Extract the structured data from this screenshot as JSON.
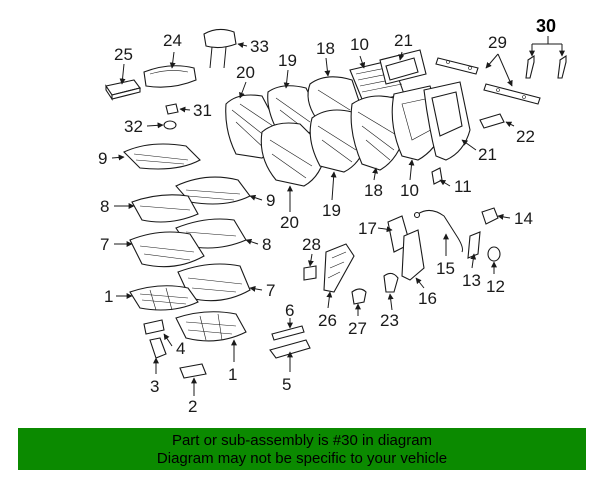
{
  "callouts": {
    "c1a": "1",
    "c1b": "1",
    "c2": "2",
    "c3": "3",
    "c4": "4",
    "c5": "5",
    "c6": "6",
    "c7a": "7",
    "c7b": "7",
    "c8a": "8",
    "c8b": "8",
    "c9a": "9",
    "c9b": "9",
    "c10a": "10",
    "c10b": "10",
    "c11": "11",
    "c12": "12",
    "c13": "13",
    "c14": "14",
    "c15": "15",
    "c16": "16",
    "c17": "17",
    "c18a": "18",
    "c18b": "18",
    "c19a": "19",
    "c19b": "19",
    "c20a": "20",
    "c20b": "20",
    "c21a": "21",
    "c21b": "21",
    "c22": "22",
    "c23": "23",
    "c24": "24",
    "c25": "25",
    "c26": "26",
    "c27": "27",
    "c28": "28",
    "c29": "29",
    "c30": "30",
    "c31": "31",
    "c32": "32",
    "c33": "33"
  },
  "banner": {
    "line1": "Part or sub-assembly is #30 in diagram",
    "line2": "Diagram may not be specific to your vehicle"
  },
  "colors": {
    "banner_bg": "#0b8a00",
    "ink": "#1a1a1a"
  }
}
